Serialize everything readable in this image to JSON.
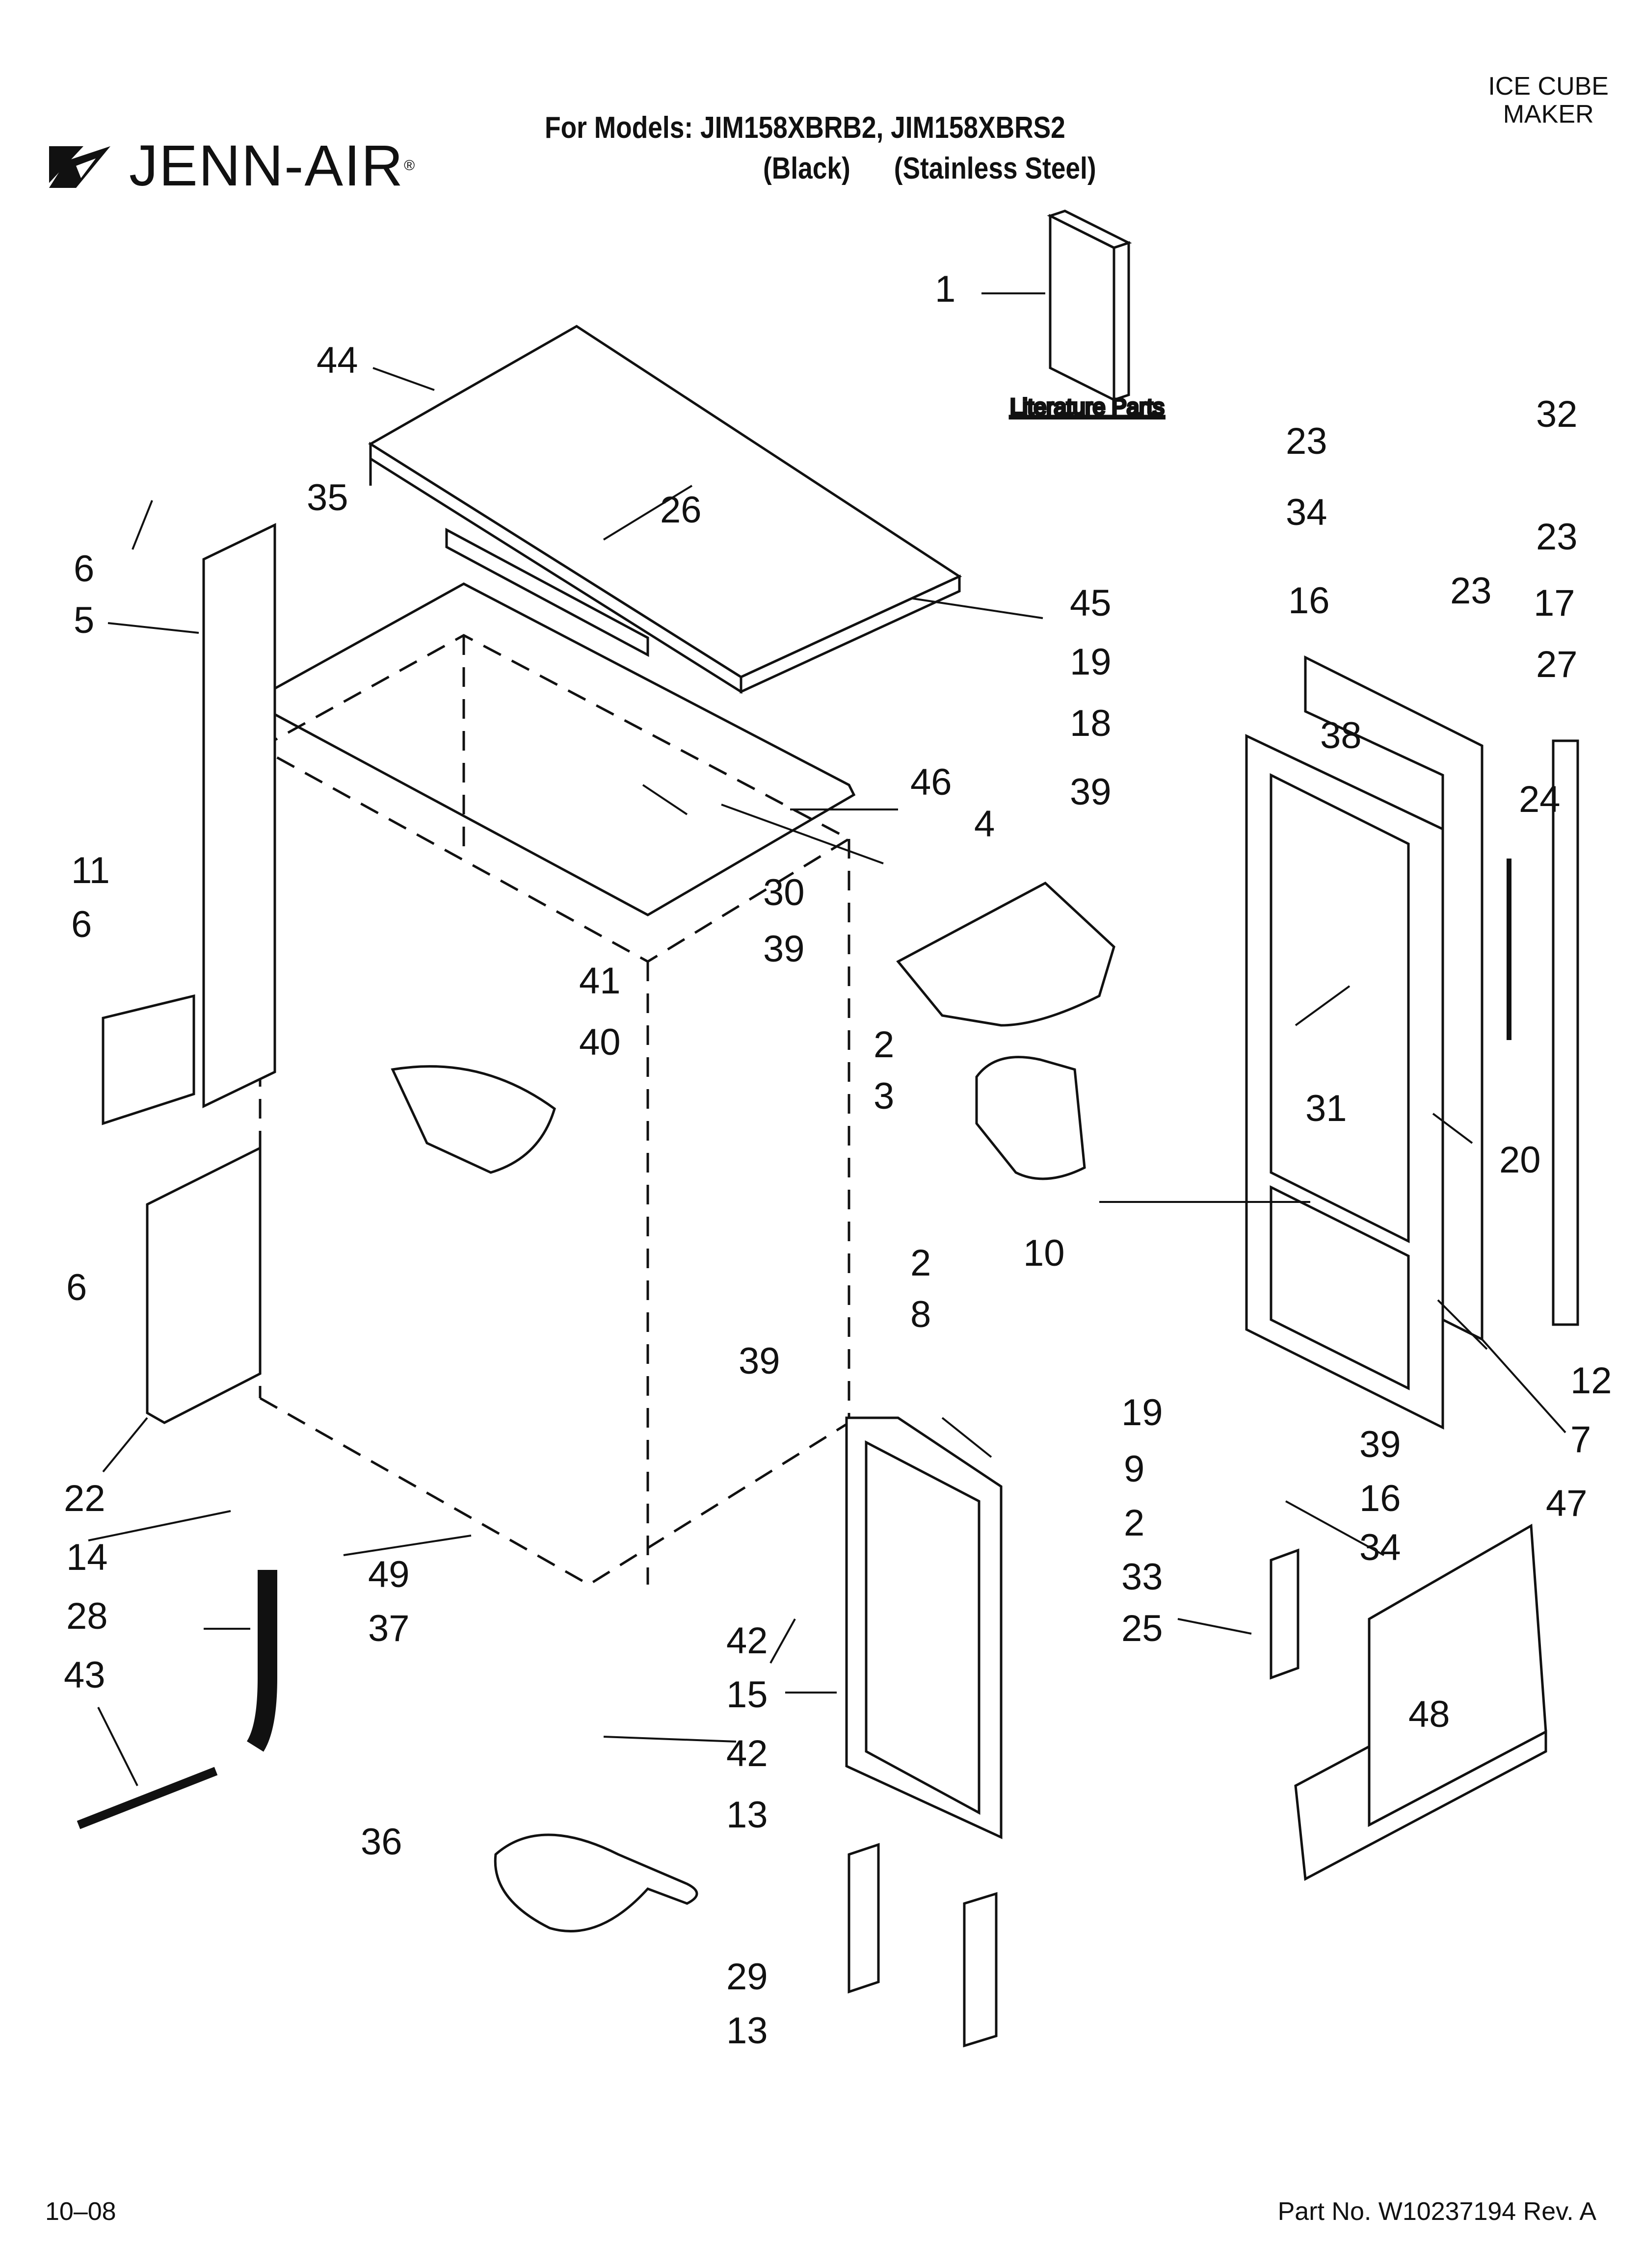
{
  "brand": {
    "name": "JENN-AIR",
    "registered": "®"
  },
  "header": {
    "models_line": "For Models: JIM158XBRB2, JIM158XBRS2",
    "variant_black": "(Black)",
    "variant_stainless": "(Stainless Steel)",
    "doc_type_line1": "ICE CUBE",
    "doc_type_line2": "MAKER"
  },
  "diagram": {
    "literature_label": "Literature Parts",
    "callouts": [
      "1",
      "44",
      "35",
      "26",
      "45",
      "6",
      "5",
      "46",
      "30",
      "4",
      "11",
      "6",
      "41",
      "39",
      "40",
      "2",
      "3",
      "6",
      "2",
      "8",
      "10",
      "22",
      "14",
      "28",
      "43",
      "49",
      "37",
      "36",
      "29",
      "13",
      "13",
      "42",
      "42",
      "15",
      "39",
      "2",
      "9",
      "19",
      "33",
      "25",
      "34",
      "16",
      "39",
      "23",
      "34",
      "16",
      "19",
      "18",
      "39",
      "23",
      "32",
      "23",
      "17",
      "27",
      "38",
      "24",
      "31",
      "20",
      "12",
      "7",
      "47",
      "48"
    ]
  },
  "footer": {
    "date": "10–08",
    "part_number": "Part No. W10237194 Rev. A"
  }
}
